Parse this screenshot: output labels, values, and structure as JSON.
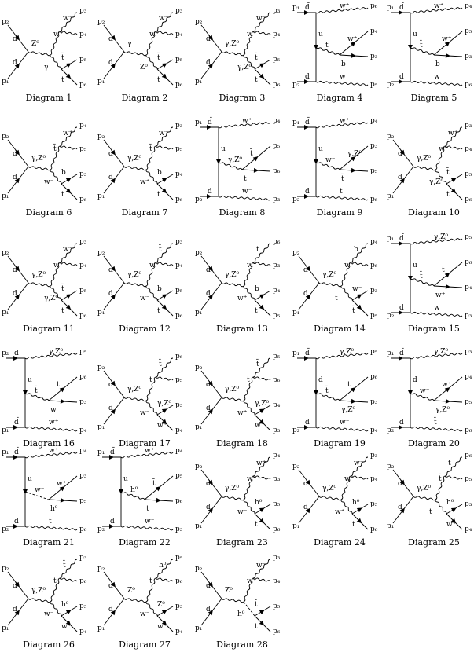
{
  "diagrams": [
    {
      "caption": "Diagram 1",
      "type": "s",
      "labels": {
        "in_top": "p₂",
        "in_bot": "p₁",
        "q_top": "d",
        "q_bot": "d",
        "prop": "Z⁰",
        "out1": "p₃",
        "out2": "p₄",
        "out3": "p₅",
        "out4": "p₆",
        "i1": "w⁻",
        "i2": "w⁺",
        "i3": "γ",
        "i4": "t̄",
        "i5": "t"
      }
    },
    {
      "caption": "Diagram 2",
      "type": "s",
      "labels": {
        "in_top": "p₂",
        "in_bot": "p₁",
        "q_top": "d",
        "q_bot": "d",
        "prop": "γ",
        "out1": "p₃",
        "out2": "p₄",
        "out3": "p₅",
        "out4": "p₆",
        "i1": "w⁻",
        "i2": "w⁺",
        "i3": "Z⁰",
        "i4": "t̄",
        "i5": "t"
      }
    },
    {
      "caption": "Diagram 3",
      "type": "s",
      "labels": {
        "in_top": "p₂",
        "in_bot": "p₁",
        "q_top": "d",
        "q_bot": "d",
        "prop": "γ,Z⁰",
        "out1": "p₃",
        "out2": "p₄",
        "out3": "p₅",
        "out4": "p₆",
        "i1": "w⁻",
        "i2": "w⁺",
        "i3": "γ,Z⁰",
        "i4": "t̄",
        "i5": "t"
      }
    },
    {
      "caption": "Diagram 4",
      "type": "t",
      "labels": {
        "in_top": "p₁",
        "in_bot": "p₂",
        "q_top": "d̄",
        "q_bot": "d",
        "prop": "u",
        "out1": "p₆",
        "out2": "p₄",
        "out3": "p₃",
        "out4": "p₅",
        "i1": "w⁺",
        "i2": "t",
        "i3": "w⁺",
        "i4": "b",
        "i5": "w⁻"
      }
    },
    {
      "caption": "Diagram 5",
      "type": "t",
      "labels": {
        "in_top": "p₁",
        "in_bot": "p₂",
        "q_top": "d̄",
        "q_bot": "d",
        "prop": "u",
        "out1": "p₄",
        "out2": "p₅",
        "out3": "p₃",
        "out4": "p₆",
        "i1": "w⁺",
        "i2": "t̄",
        "i3": "w⁺",
        "i4": "b",
        "i5": "w⁻"
      }
    },
    {
      "caption": "Diagram 6",
      "type": "s",
      "labels": {
        "in_top": "p₂",
        "in_bot": "p₁",
        "q_top": "d",
        "q_bot": "d",
        "prop": "γ,Z⁰",
        "out1": "p₄",
        "out2": "p₅",
        "out3": "p₃",
        "out4": "p₆",
        "i1": "w⁺",
        "i2": "t̄",
        "i3": "w⁻",
        "i4": "b",
        "i5": "t"
      }
    },
    {
      "caption": "Diagram 7",
      "type": "s",
      "labels": {
        "in_top": "p₂",
        "in_bot": "p₁",
        "q_top": "d",
        "q_bot": "d",
        "prop": "γ,Z⁰",
        "out1": "p₃",
        "out2": "p₅",
        "out3": "p₄",
        "out4": "p₆",
        "i1": "w⁻",
        "i2": "t̄",
        "i3": "w⁺",
        "i4": "b",
        "i5": "t"
      }
    },
    {
      "caption": "Diagram 8",
      "type": "t",
      "labels": {
        "in_top": "p₁",
        "in_bot": "p₂",
        "q_top": "d̄",
        "q_bot": "d",
        "prop": "u",
        "out1": "p₄",
        "out2": "p₅",
        "out3": "p₆",
        "out4": "p₃",
        "i1": "w⁺",
        "i2": "γ,Z⁰",
        "i3": "t̄",
        "i4": "t",
        "i5": "w⁻"
      }
    },
    {
      "caption": "Diagram 9",
      "type": "t",
      "labels": {
        "in_top": "p₁",
        "in_bot": "p₂",
        "q_top": "d̄",
        "q_bot": "d",
        "prop": "u",
        "out1": "p₄",
        "out2": "p₃",
        "out3": "p₅",
        "out4": "p₆",
        "i1": "w⁺",
        "i2": "w⁻",
        "i3": "γ,Z⁰",
        "i4": "t̄",
        "i5": "t"
      }
    },
    {
      "caption": "Diagram 10",
      "type": "s",
      "labels": {
        "in_top": "p₂",
        "in_bot": "p₁",
        "q_top": "d",
        "q_bot": "d",
        "prop": "γ,Z⁰",
        "out1": "p₃",
        "out2": "p₄",
        "out3": "p₅",
        "out4": "p₆",
        "i1": "w⁺",
        "i2": "w⁻",
        "i3": "γ,Z⁰",
        "i4": "t̄",
        "i5": "t"
      }
    },
    {
      "caption": "Diagram 11",
      "type": "s",
      "labels": {
        "in_top": "p₂",
        "in_bot": "p₁",
        "q_top": "d",
        "q_bot": "d",
        "prop": "γ,Z⁰",
        "out1": "p₃",
        "out2": "p₄",
        "out3": "p₅",
        "out4": "p₆",
        "i1": "w⁻",
        "i2": "w⁺",
        "i3": "γ,Z⁰",
        "i4": "t̄",
        "i5": "t"
      }
    },
    {
      "caption": "Diagram 12",
      "type": "s",
      "labels": {
        "in_top": "p₂",
        "in_bot": "p₁",
        "q_top": "d",
        "q_bot": "d",
        "prop": "γ,Z⁰",
        "out1": "p₃",
        "out2": "p₄",
        "out3": "p₅",
        "out4": "p₆",
        "i1": "t̄",
        "i2": "w⁺",
        "i3": "w⁻",
        "i4": "b",
        "i5": "t"
      }
    },
    {
      "caption": "Diagram 13",
      "type": "s",
      "labels": {
        "in_top": "p₂",
        "in_bot": "p₁",
        "q_top": "d",
        "q_bot": "d",
        "prop": "γ,Z⁰",
        "out1": "p₆",
        "out2": "p₃",
        "out3": "p₄",
        "out4": "p₅",
        "i1": "t",
        "i2": "w⁻",
        "i3": "w⁺",
        "i4": "b",
        "i5": "t̄"
      }
    },
    {
      "caption": "Diagram 14",
      "type": "s",
      "labels": {
        "in_top": "p₂",
        "in_bot": "p₁",
        "q_top": "d",
        "q_bot": "d",
        "prop": "γ,Z⁰",
        "out1": "p₄",
        "out2": "p₆",
        "out3": "p₃",
        "out4": "p₅",
        "i1": "b",
        "i2": "w⁺",
        "i3": "t",
        "i4": "w⁻",
        "i5": "t̄"
      }
    },
    {
      "caption": "Diagram 15",
      "type": "t",
      "labels": {
        "in_top": "p₁",
        "in_bot": "p₂",
        "q_top": "d̄",
        "q_bot": "d",
        "prop": "u",
        "out1": "p₅",
        "out2": "p₆",
        "out3": "p₄",
        "out4": "p₃",
        "i1": "γ,Z⁰",
        "i2": "t̄",
        "i3": "t",
        "i4": "w⁺",
        "i5": "w⁻"
      }
    },
    {
      "caption": "Diagram 16",
      "type": "t",
      "labels": {
        "in_top": "p₂",
        "in_bot": "p₁",
        "q_top": "d",
        "q_bot": "d̄",
        "prop": "u",
        "out1": "p₅",
        "out2": "p₆",
        "out3": "p₃",
        "out4": "p₄",
        "i1": "γ,Z⁰",
        "i2": "t̄",
        "i3": "t",
        "i4": "w⁻",
        "i5": "w⁺"
      }
    },
    {
      "caption": "Diagram 17",
      "type": "s",
      "labels": {
        "in_top": "p₂",
        "in_bot": "p₁",
        "q_top": "d",
        "q_bot": "d",
        "prop": "γ,Z⁰",
        "out1": "p₆",
        "out2": "p₅",
        "out3": "p₃",
        "out4": "p₄",
        "i1": "t̄",
        "i2": "t",
        "i3": "w⁻",
        "i4": "γ,Z⁰",
        "i5": "w⁺"
      }
    },
    {
      "caption": "Diagram 18",
      "type": "s",
      "labels": {
        "in_top": "p₂",
        "in_bot": "p₁",
        "q_top": "d",
        "q_bot": "d",
        "prop": "γ,Z⁰",
        "out1": "p₅",
        "out2": "p₆",
        "out3": "p₄",
        "out4": "p₃",
        "i1": "t̄",
        "i2": "t",
        "i3": "w⁺",
        "i4": "γ,Z⁰",
        "i5": "w⁻"
      }
    },
    {
      "caption": "Diagram 19",
      "type": "t",
      "labels": {
        "in_top": "p₁",
        "in_bot": "p₂",
        "q_top": "d̄",
        "q_bot": "d",
        "prop": "d",
        "out1": "p₅",
        "out2": "p₆",
        "out3": "p₃",
        "out4": "p₄",
        "i1": "γ,Z⁰",
        "i2": "t̄",
        "i3": "t",
        "i4": "γ,Z⁰",
        "i5": "w⁻"
      }
    },
    {
      "caption": "Diagram 20",
      "type": "t",
      "labels": {
        "in_top": "p₁",
        "in_bot": "p₂",
        "q_top": "d̄",
        "q_bot": "d",
        "prop": "d",
        "out1": "p₃",
        "out2": "p₄",
        "out3": "p₅",
        "out4": "p₆",
        "i1": "γ,Z⁰",
        "i2": "w⁻",
        "i3": "w⁺",
        "i4": "γ,Z⁰",
        "i5": "t̄"
      }
    },
    {
      "caption": "Diagram 21",
      "type": "t",
      "labels": {
        "in_top": "p₁",
        "in_bot": "p₂",
        "q_top": "d̄",
        "q_bot": "d",
        "prop": "u",
        "out1": "p₄",
        "out2": "p₃",
        "out3": "p₅",
        "out4": "p₆",
        "i1": "w⁺",
        "i2": "w⁻",
        "i3": "w⁺",
        "i4": "h⁰",
        "i5": "t"
      }
    },
    {
      "caption": "Diagram 22",
      "type": "t",
      "labels": {
        "in_top": "p₁",
        "in_bot": "p₂",
        "q_top": "d̄",
        "q_bot": "d",
        "prop": "u",
        "out1": "p₄",
        "out2": "p₅",
        "out3": "p₆",
        "out4": "p₃",
        "i1": "w⁺",
        "i2": "h⁰",
        "i3": "t̄",
        "i4": "t",
        "i5": "w⁻"
      }
    },
    {
      "caption": "Diagram 23",
      "type": "s",
      "labels": {
        "in_top": "p₂",
        "in_bot": "p₁",
        "q_top": "d",
        "q_bot": "d",
        "prop": "γ,Z⁰",
        "out1": "p₄",
        "out2": "p₃",
        "out3": "p₅",
        "out4": "p₆",
        "i1": "w⁺",
        "i2": "w⁻",
        "i3": "w⁻",
        "i4": "h⁰",
        "i5": "t"
      }
    },
    {
      "caption": "Diagram 24",
      "type": "s",
      "labels": {
        "in_top": "p₂",
        "in_bot": "p₁",
        "q_top": "d",
        "q_bot": "d",
        "prop": "γ,Z⁰",
        "out1": "p₃",
        "out2": "p₄",
        "out3": "p₅",
        "out4": "p₆",
        "i1": "w⁻",
        "i2": "w⁺",
        "i3": "w⁺",
        "i4": "h⁰",
        "i5": "t"
      }
    },
    {
      "caption": "Diagram 25",
      "type": "s",
      "labels": {
        "in_top": "p₂",
        "in_bot": "p₁",
        "q_top": "d",
        "q_bot": "d",
        "prop": "γ,Z⁰",
        "out1": "p₆",
        "out2": "p₅",
        "out3": "p₃",
        "out4": "p₄",
        "i1": "t",
        "i2": "t̄",
        "i3": "t",
        "i4": "h⁰",
        "i5": "w⁺"
      }
    },
    {
      "caption": "Diagram 26",
      "type": "s",
      "labels": {
        "in_top": "p₂",
        "in_bot": "p₁",
        "q_top": "d",
        "q_bot": "d",
        "prop": "γ,Z⁰",
        "out1": "p₃",
        "out2": "p₆",
        "out3": "p₅",
        "out4": "p₄",
        "i1": "t̄",
        "i2": "t",
        "i3": "w⁻",
        "i4": "h⁰",
        "i5": "w⁺"
      }
    },
    {
      "caption": "Diagram 27",
      "type": "s",
      "labels": {
        "in_top": "p₂",
        "in_bot": "p₁",
        "q_top": "d",
        "q_bot": "d",
        "prop": "Z⁰",
        "out1": "p₅",
        "out2": "p₆",
        "out3": "p₃",
        "out4": "p₄",
        "i1": "h⁰",
        "i2": "t",
        "i3": "w⁻",
        "i4": "Z⁰",
        "i5": "w⁺"
      }
    },
    {
      "caption": "Diagram 28",
      "type": "s",
      "labels": {
        "in_top": "p₂",
        "in_bot": "p₁",
        "q_top": "d",
        "q_bot": "d",
        "prop": "Z⁰",
        "out1": "p₃",
        "out2": "p₄",
        "out3": "p₅",
        "out4": "p₆",
        "i1": "w⁻",
        "i2": "w⁺",
        "i3": "h⁰",
        "i4": "t̄",
        "i5": "t"
      }
    }
  ]
}
